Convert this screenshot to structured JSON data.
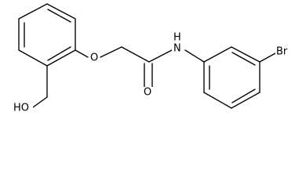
{
  "molecule": {
    "labels": {
      "ether_oxygen": "O",
      "amide_nitrogen": "N",
      "amide_hydrogen": "H",
      "carbonyl_oxygen": "O",
      "bromine": "Br",
      "hydroxyl": "HO"
    },
    "colors": {
      "bond": "#000000",
      "text": "#000000",
      "background": "#ffffff"
    }
  }
}
